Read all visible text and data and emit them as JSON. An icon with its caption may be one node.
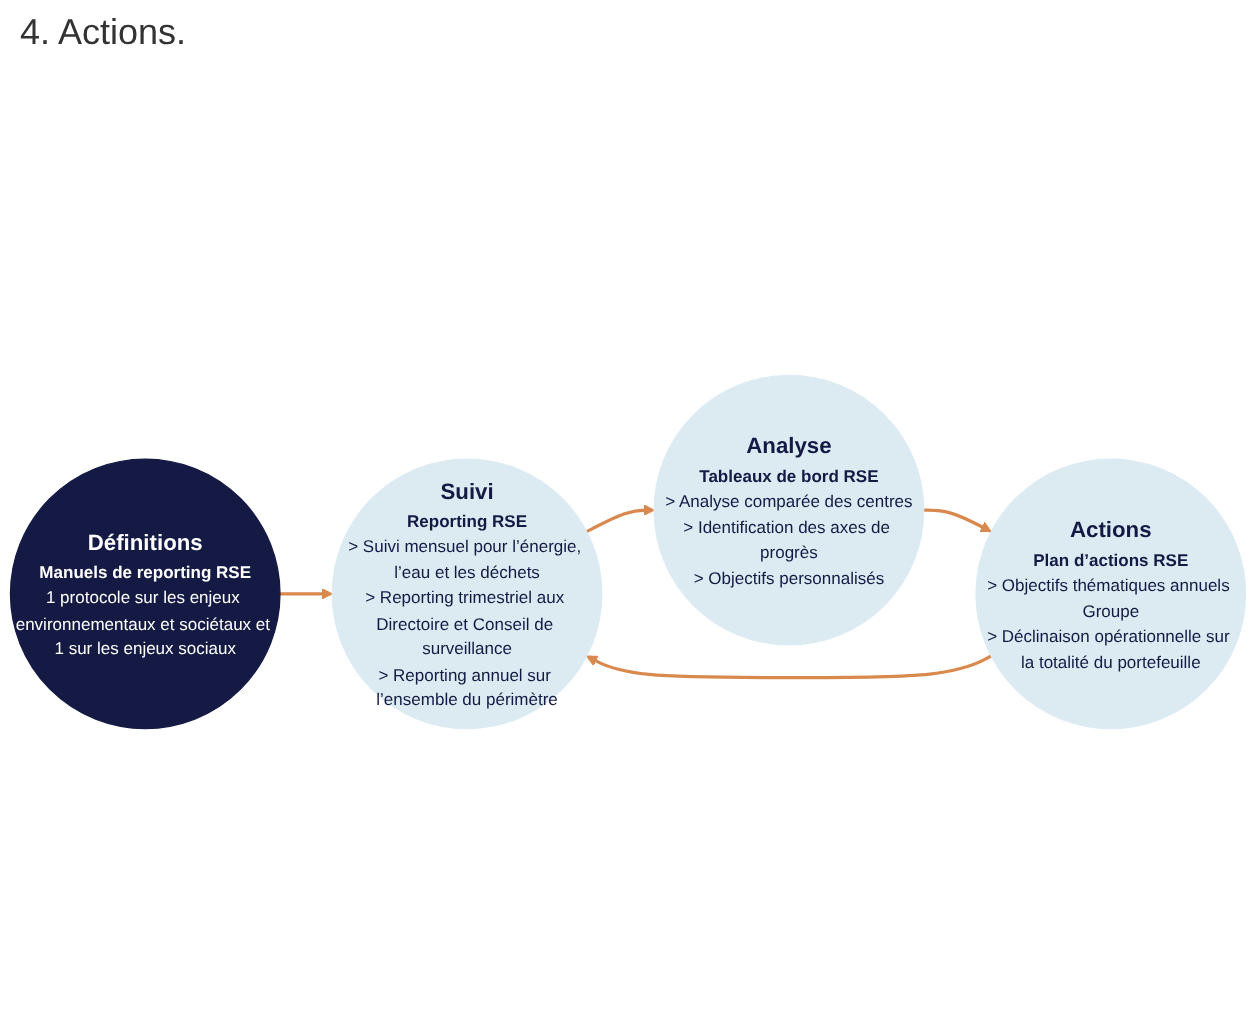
{
  "diagram": {
    "title": "4. Actions.",
    "nodes": [
      {
        "text": [
          "Définitions",
          "Manuels de reporting RSE",
          "1 protocole sur les enjeux environnementaux et sociétaux et 1 sur les enjeux sociaux"
        ]
      },
      {
        "text": [
          "Suivi",
          "Reporting RSE",
          "> Suivi mensuel pour l’énergie, l’eau et les déchets",
          "> Reporting trimestriel aux Directoire et Conseil de surveillance",
          "> Reporting annuel sur l’ensemble du périmètre"
        ]
      },
      {
        "text": [
          "Analyse",
          "Tableaux de bord RSE",
          "> Analyse comparée des centres",
          "> Identification des axes de progrès",
          "> Objectifs personnalisés"
        ]
      },
      {
        "text": [
          "Actions",
          "Plan d’actions RSE",
          "> Objectifs thématiques annuels Groupe",
          "> Déclinaison opérationnelle sur la totalité du portefeuille"
        ]
      }
    ],
    "edges": [
      {
        "from": 0,
        "to": 1,
        "arrow": "to"
      },
      {
        "from": 1,
        "to": 2,
        "arrow": "to"
      },
      {
        "from": 2,
        "to": 3,
        "arrow": "to"
      },
      {
        "from": 3,
        "to": 1,
        "arrow": "to"
      }
    ]
  }
}
